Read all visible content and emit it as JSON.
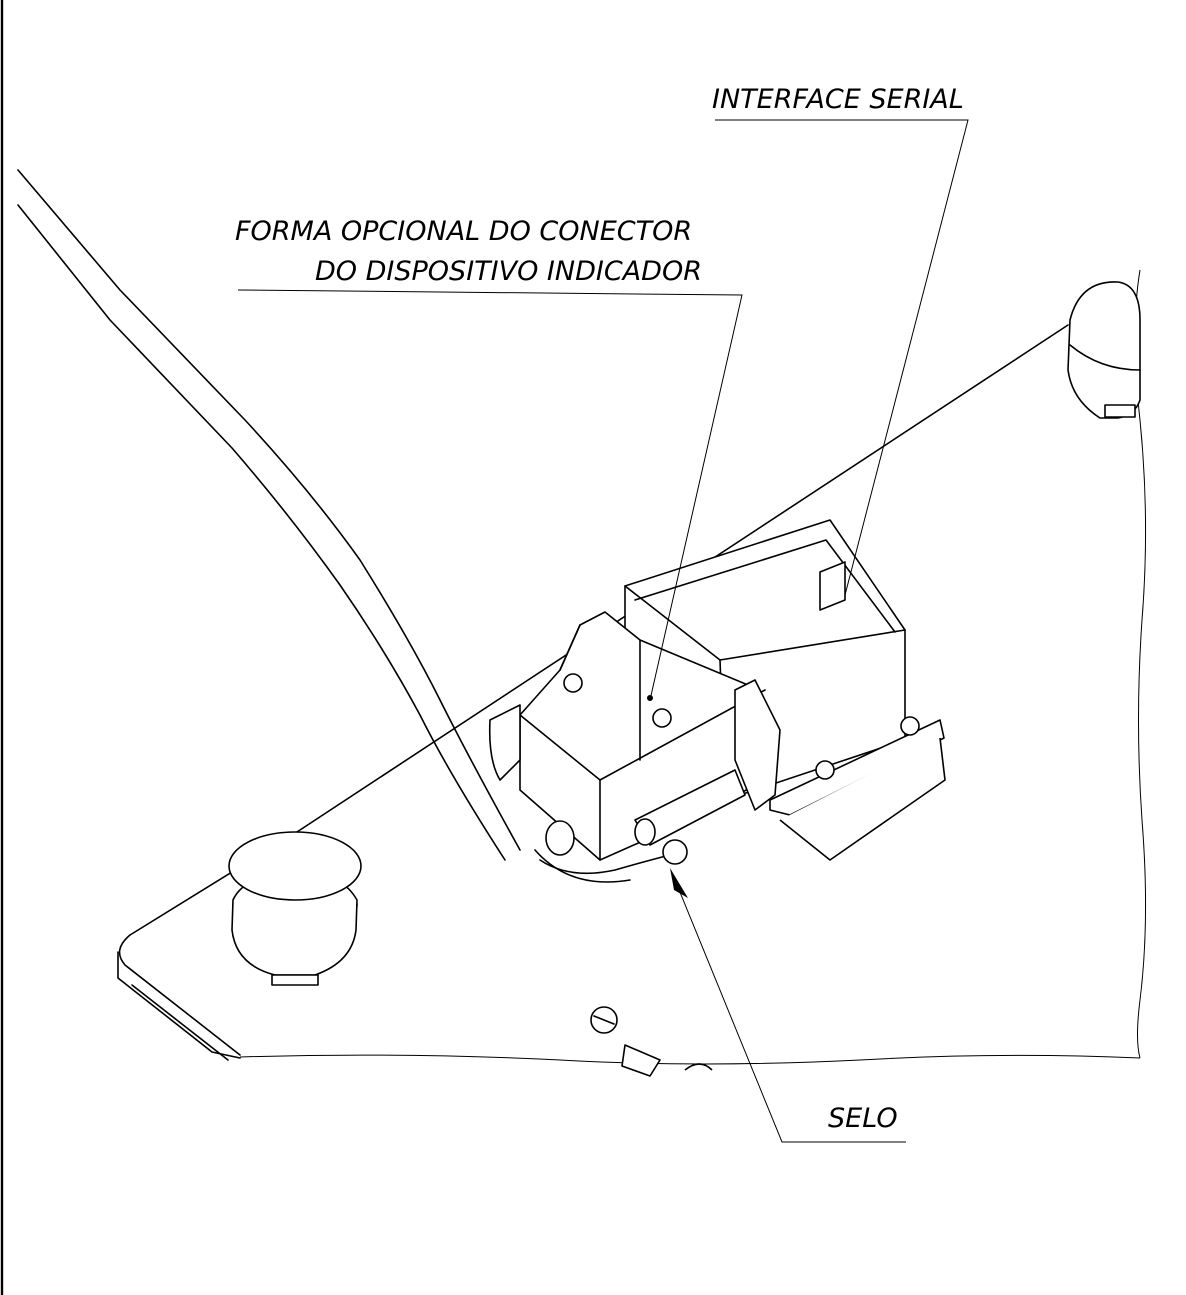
{
  "labels": {
    "interface_serial": "INTERFACE SERIAL",
    "connector_line1": "FORMA OPCIONAL DO CONECTOR",
    "connector_line2": "DO DISPOSITIVO INDICADOR",
    "seal": "SELO"
  }
}
